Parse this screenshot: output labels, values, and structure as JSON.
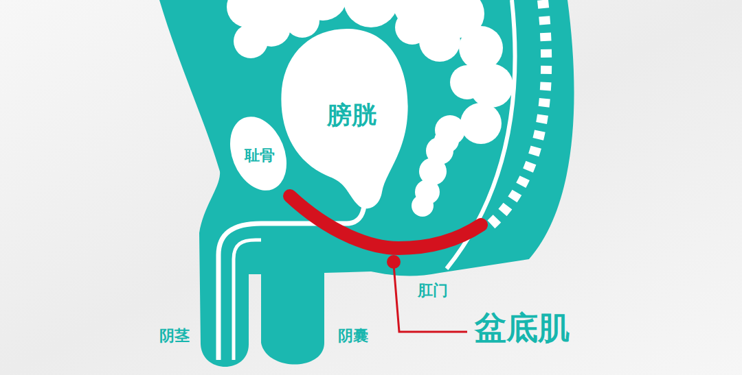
{
  "diagram": {
    "labels": [
      "膀胱",
      "耻骨",
      "肛门",
      "盆底肌",
      "阴茎",
      "阴囊"
    ]
  }
}
